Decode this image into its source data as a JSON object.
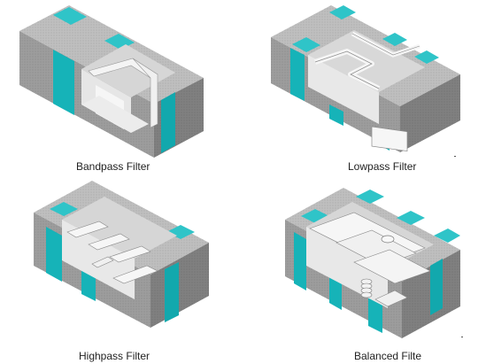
{
  "panels": [
    {
      "id": "bandpass",
      "caption": "Bandpass Filter"
    },
    {
      "id": "lowpass",
      "caption": "Lowpass Filter"
    },
    {
      "id": "highpass",
      "caption": "Highpass Filter"
    },
    {
      "id": "balanced",
      "caption": "Balanced Filte"
    }
  ],
  "colors": {
    "top_face": "#bfbfbf",
    "left_face": "#9a9a9a",
    "right_face": "#7f7f7f",
    "pad_top": "#2fc4c8",
    "pad_side": "#12a8ad",
    "cavity_floor": "#e8e8e8",
    "cavity_wall": "#cfcfcf",
    "electrode": "#f4f4f4"
  }
}
